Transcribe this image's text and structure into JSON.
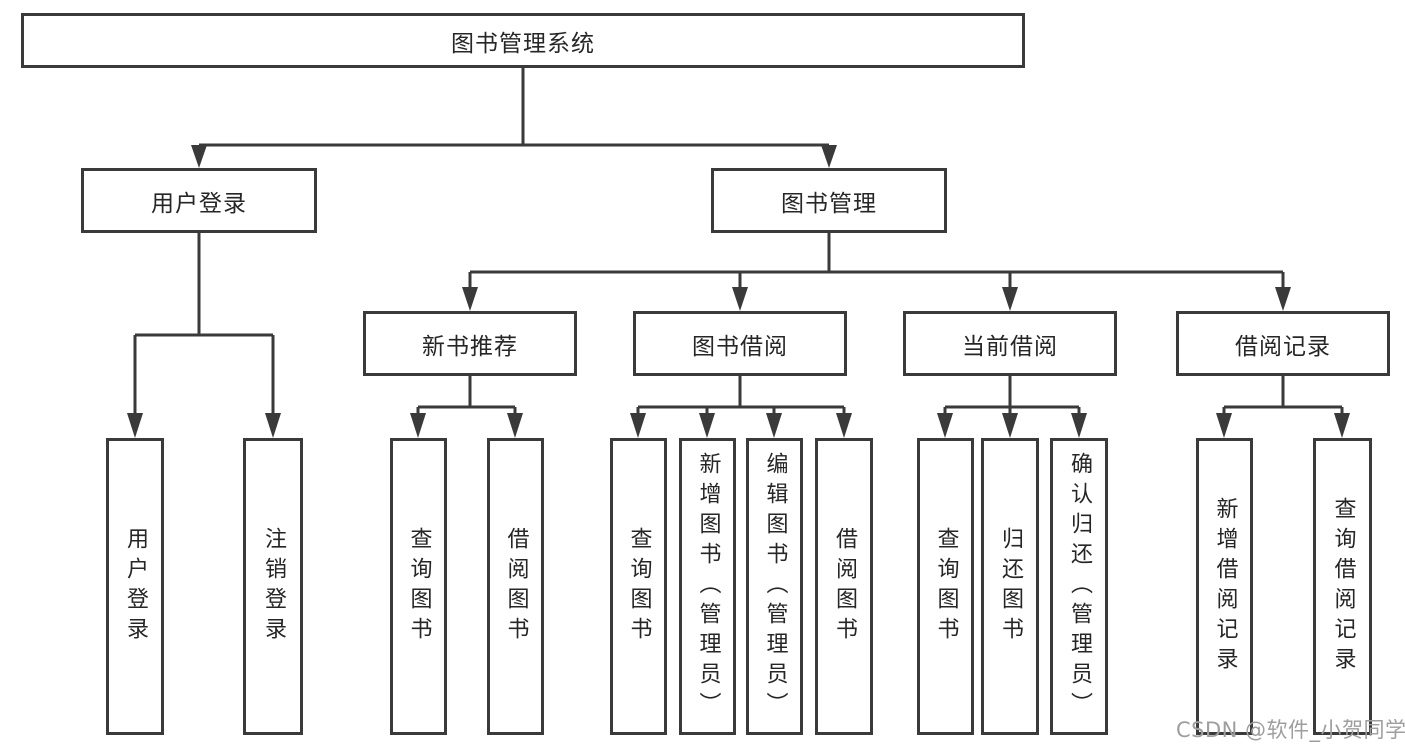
{
  "diagram_title": "图书管理系统",
  "colors": {
    "line": "#3a3a3a",
    "text": "#262626",
    "background": "#ffffff",
    "watermark": "#9e9e9e"
  },
  "tree": {
    "root": {
      "label": "图书管理系统"
    },
    "level2": [
      {
        "id": "user-login",
        "label": "用户登录",
        "parent": "图书管理系统"
      },
      {
        "id": "book-management",
        "label": "图书管理",
        "parent": "图书管理系统"
      }
    ],
    "level3": [
      {
        "id": "new-book-recommend",
        "label": "新书推荐",
        "parent": "图书管理"
      },
      {
        "id": "book-borrowing",
        "label": "图书借阅",
        "parent": "图书管理"
      },
      {
        "id": "current-borrowing",
        "label": "当前借阅",
        "parent": "图书管理"
      },
      {
        "id": "borrowing-records",
        "label": "借阅记录",
        "parent": "图书管理"
      }
    ],
    "leaves": [
      {
        "label": "用户登录",
        "parent": "用户登录"
      },
      {
        "label": "注销登录",
        "parent": "用户登录"
      },
      {
        "label": "查询图书",
        "parent": "新书推荐"
      },
      {
        "label": "借阅图书",
        "parent": "新书推荐"
      },
      {
        "label": "查询图书",
        "parent": "图书借阅"
      },
      {
        "label": "新增图书（管理员）",
        "parent": "图书借阅"
      },
      {
        "label": "编辑图书（管理员）",
        "parent": "图书借阅"
      },
      {
        "label": "借阅图书",
        "parent": "图书借阅"
      },
      {
        "label": "查询图书",
        "parent": "当前借阅"
      },
      {
        "label": "归还图书",
        "parent": "当前借阅"
      },
      {
        "label": "确认归还（管理员）",
        "parent": "当前借阅"
      },
      {
        "label": "新增借阅记录",
        "parent": "借阅记录"
      },
      {
        "label": "查询借阅记录",
        "parent": "借阅记录"
      }
    ]
  },
  "watermark": "CSDN @软件_小贺同学"
}
